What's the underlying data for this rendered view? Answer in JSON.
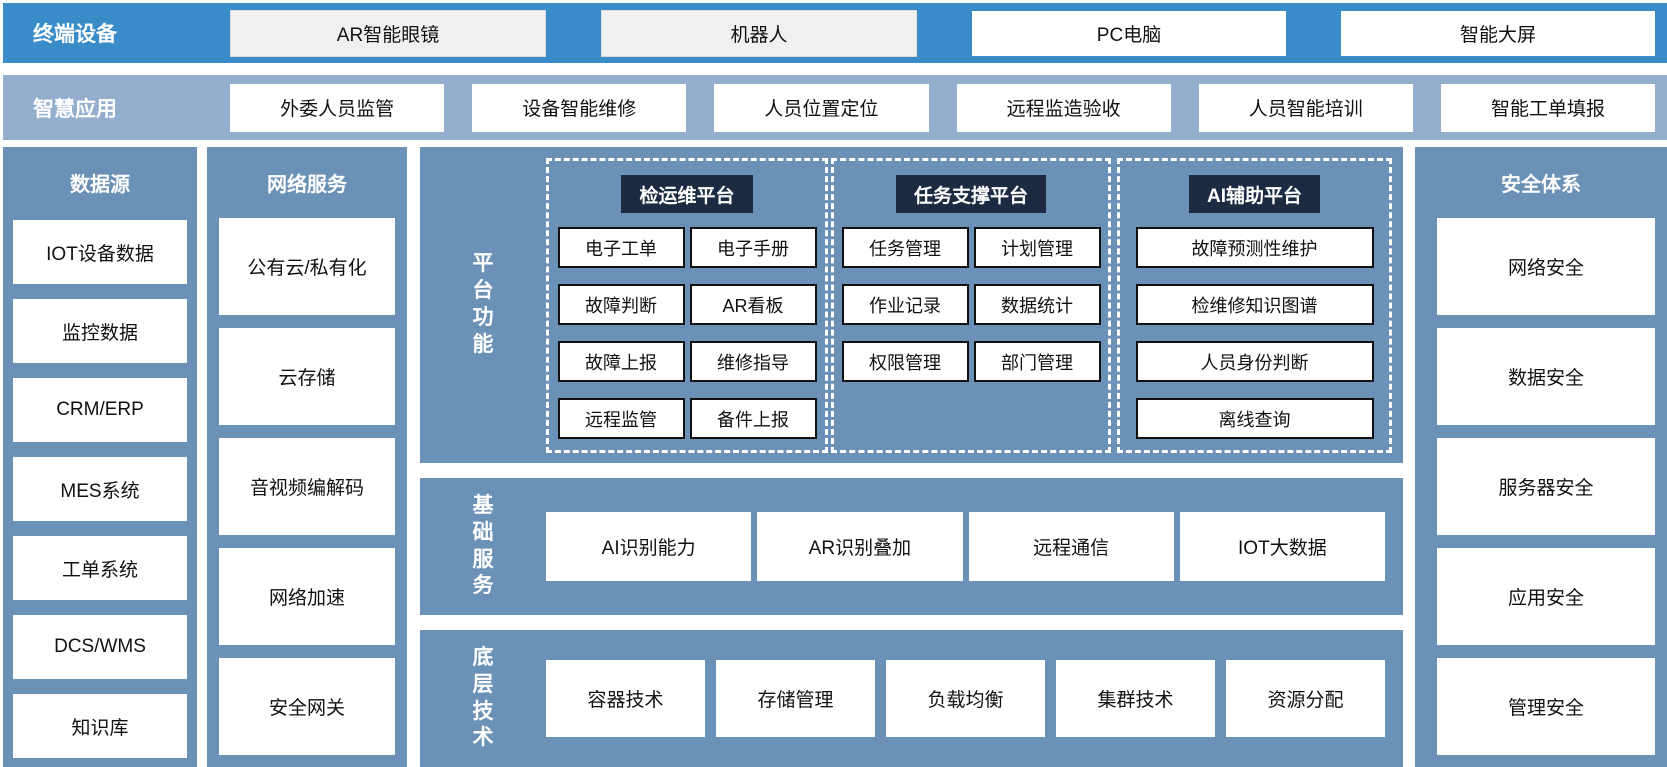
{
  "rows": {
    "terminal": {
      "label": "终端设备",
      "items": [
        {
          "label": "AR智能眼镜",
          "variant": "muted"
        },
        {
          "label": "机器人",
          "variant": "muted"
        },
        {
          "label": "PC电脑"
        },
        {
          "label": "智能大屏"
        }
      ]
    },
    "apps": {
      "label": "智慧应用",
      "items": [
        "外委人员监管",
        "设备智能维修",
        "人员位置定位",
        "远程监造验收",
        "人员智能培训",
        "智能工单填报"
      ]
    }
  },
  "columns": {
    "datasource": {
      "title": "数据源",
      "items": [
        "IOT设备数据",
        "监控数据",
        "CRM/ERP",
        "MES系统",
        "工单系统",
        "DCS/WMS",
        "知识库"
      ]
    },
    "network": {
      "title": "网络服务",
      "items": [
        "公有云/私有化",
        "云存储",
        "音视频编解码",
        "网络加速",
        "安全网关"
      ]
    },
    "security": {
      "title": "安全体系",
      "items": [
        "网络安全",
        "数据安全",
        "服务器安全",
        "应用安全",
        "管理安全"
      ]
    }
  },
  "platform": {
    "label": "平台功能",
    "groups": [
      {
        "title": "检运维平台",
        "items": [
          "电子工单",
          "电子手册",
          "故障判断",
          "AR看板",
          "故障上报",
          "维修指导",
          "远程监管",
          "备件上报"
        ]
      },
      {
        "title": "任务支撑平台",
        "items": [
          "任务管理",
          "计划管理",
          "作业记录",
          "数据统计",
          "权限管理",
          "部门管理"
        ]
      },
      {
        "title": "AI辅助平台",
        "items": [
          "故障预测性维护",
          "检维修知识图谱",
          "人员身份判断",
          "离线查询"
        ]
      }
    ]
  },
  "base_services": {
    "label": "基础服务",
    "items": [
      "AI识别能力",
      "AR识别叠加",
      "远程通信",
      "IOT大数据"
    ]
  },
  "infra": {
    "label": "底层技术",
    "items": [
      "容器技术",
      "存储管理",
      "负载均衡",
      "集群技术",
      "资源分配"
    ]
  },
  "colors": {
    "terminal_band": "#3A8CC9",
    "apps_band": "#93AFCD",
    "panel_blue": "#6C91B7",
    "header_navy": "#1C2B41",
    "muted_box": "#F0F0F0",
    "box_white": "#FFFFFF",
    "dashed_border": "#FFFFFF",
    "item_border": "#111111"
  }
}
